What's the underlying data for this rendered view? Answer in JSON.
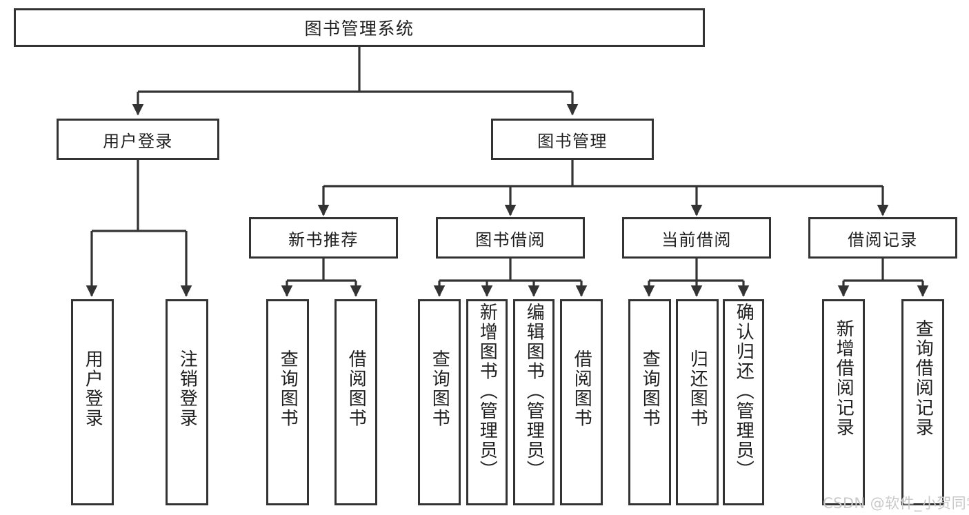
{
  "diagram": {
    "title": "图书管理系统",
    "root": {
      "label": "图书管理系统"
    },
    "level1": [
      {
        "label": "用户登录"
      },
      {
        "label": "图书管理"
      }
    ],
    "level2": [
      {
        "label": "新书推荐"
      },
      {
        "label": "图书借阅"
      },
      {
        "label": "当前借阅"
      },
      {
        "label": "借阅记录"
      }
    ],
    "leaves": {
      "user_login": [
        {
          "label": "用户登录"
        },
        {
          "label": "注销登录"
        }
      ],
      "new_book": [
        {
          "label": "查询图书"
        },
        {
          "label": "借阅图书"
        }
      ],
      "book_borrow": [
        {
          "label": "查询图书"
        },
        {
          "label": "新增图书（管理员）"
        },
        {
          "label": "编辑图书（管理员）"
        },
        {
          "label": "借阅图书"
        }
      ],
      "current_borrow": [
        {
          "label": "查询图书"
        },
        {
          "label": "归还图书"
        },
        {
          "label": "确认归还（管理员）"
        }
      ],
      "borrow_record": [
        {
          "label": "新增借阅记录"
        },
        {
          "label": "查询借阅记录"
        }
      ]
    }
  },
  "watermark": {
    "text": "CSDN @软件_小贺同学"
  },
  "colors": {
    "stroke": "#333333",
    "background": "#ffffff",
    "text": "#1f1f1f",
    "watermark": "#c9c9c9"
  }
}
